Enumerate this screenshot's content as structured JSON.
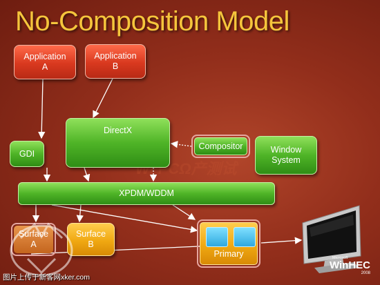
{
  "title": "No-Composition Model",
  "boxes": {
    "application_a": "Application\nA",
    "application_b": "Application\nB",
    "gdi": "GDI",
    "directx": "DirectX",
    "compositor": "Compositor",
    "window_system": "Window\nSystem",
    "xpdm_wddm": "XPDM/WDDM",
    "surface_a": "Surface\nA",
    "surface_b": "Surface\nB",
    "primary": "Primary"
  },
  "watermark_text": "图片上传于新客网xker.com",
  "branding": {
    "microsoft": "Microsoft",
    "name": "WinHEC",
    "year": "2008"
  },
  "colors": {
    "background": "#922e1b",
    "title": "#f5c53c",
    "red_box": "#d9391f",
    "green_box": "#4fb427",
    "orange_box": "#f0a812"
  }
}
